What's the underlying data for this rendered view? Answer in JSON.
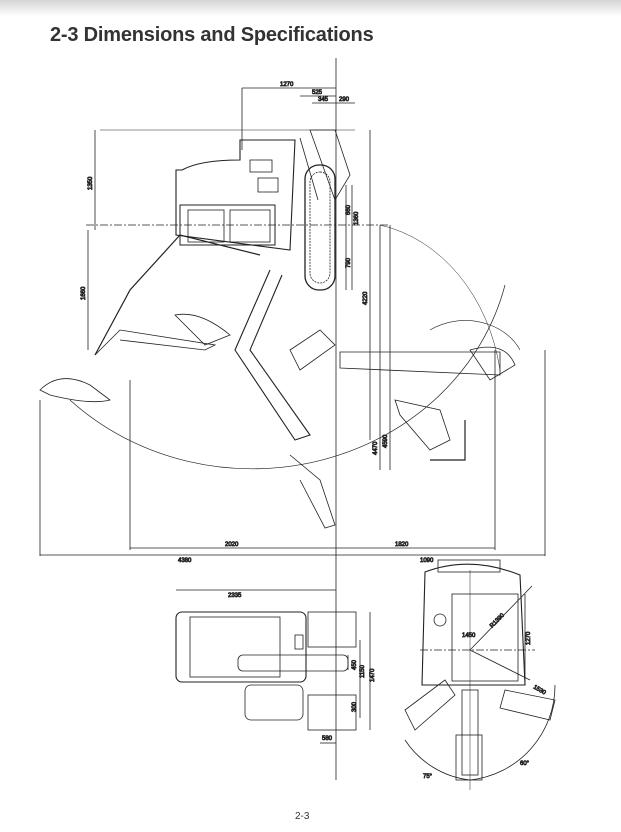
{
  "header": {
    "title": "2-3  Dimensions and Specifications"
  },
  "side_view": {
    "dimensions": [
      "1270",
      "525",
      "345",
      "290",
      "1350",
      "1660",
      "660",
      "1360",
      "790",
      "4220",
      "4470",
      "4590",
      "2020",
      "1820",
      "4380",
      "1090"
    ]
  },
  "plan_view": {
    "dimensions": [
      "2335",
      "450",
      "1150",
      "1470",
      "300",
      "580"
    ]
  },
  "swing_view": {
    "dimensions": [
      "R1390",
      "1450",
      "1270",
      "1530",
      "75°",
      "60°"
    ]
  },
  "footer": {
    "page_number": "2-3"
  }
}
